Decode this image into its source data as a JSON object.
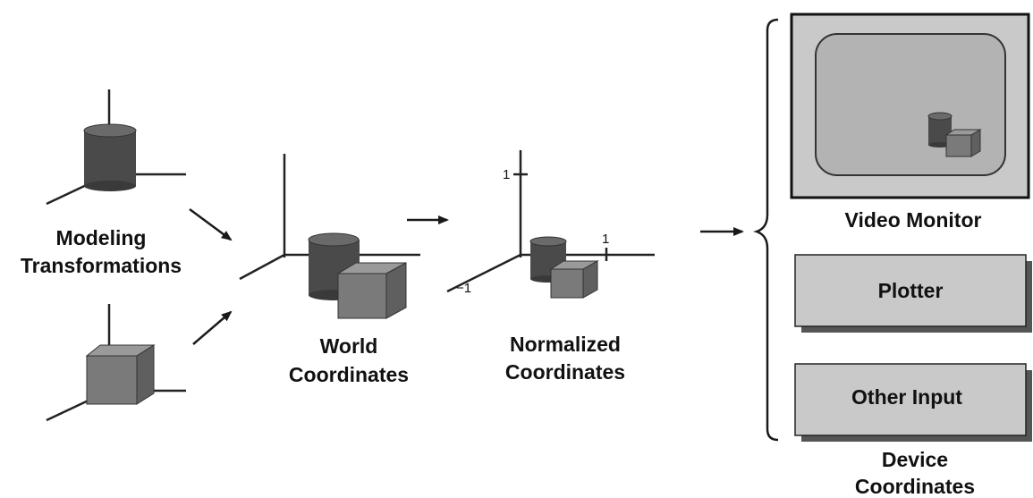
{
  "modeling": {
    "line1": "Modeling",
    "line2": "Transformations"
  },
  "world": {
    "line1": "World",
    "line2": "Coordinates"
  },
  "normalized": {
    "line1": "Normalized",
    "line2": "Coordinates",
    "tick_y": "1",
    "tick_z": "1",
    "tick_x": "−1"
  },
  "devices": {
    "video_monitor": "Video Monitor",
    "plotter": "Plotter",
    "other_input": "Other Input",
    "line1": "Device",
    "line2": "Coordinates"
  },
  "colors": {
    "cylinder": "#4a4a4a",
    "cube": "#7a7a7a",
    "panel": "#c9c9c9",
    "screen": "#b3b3b3",
    "line": "#1a1a1a"
  }
}
